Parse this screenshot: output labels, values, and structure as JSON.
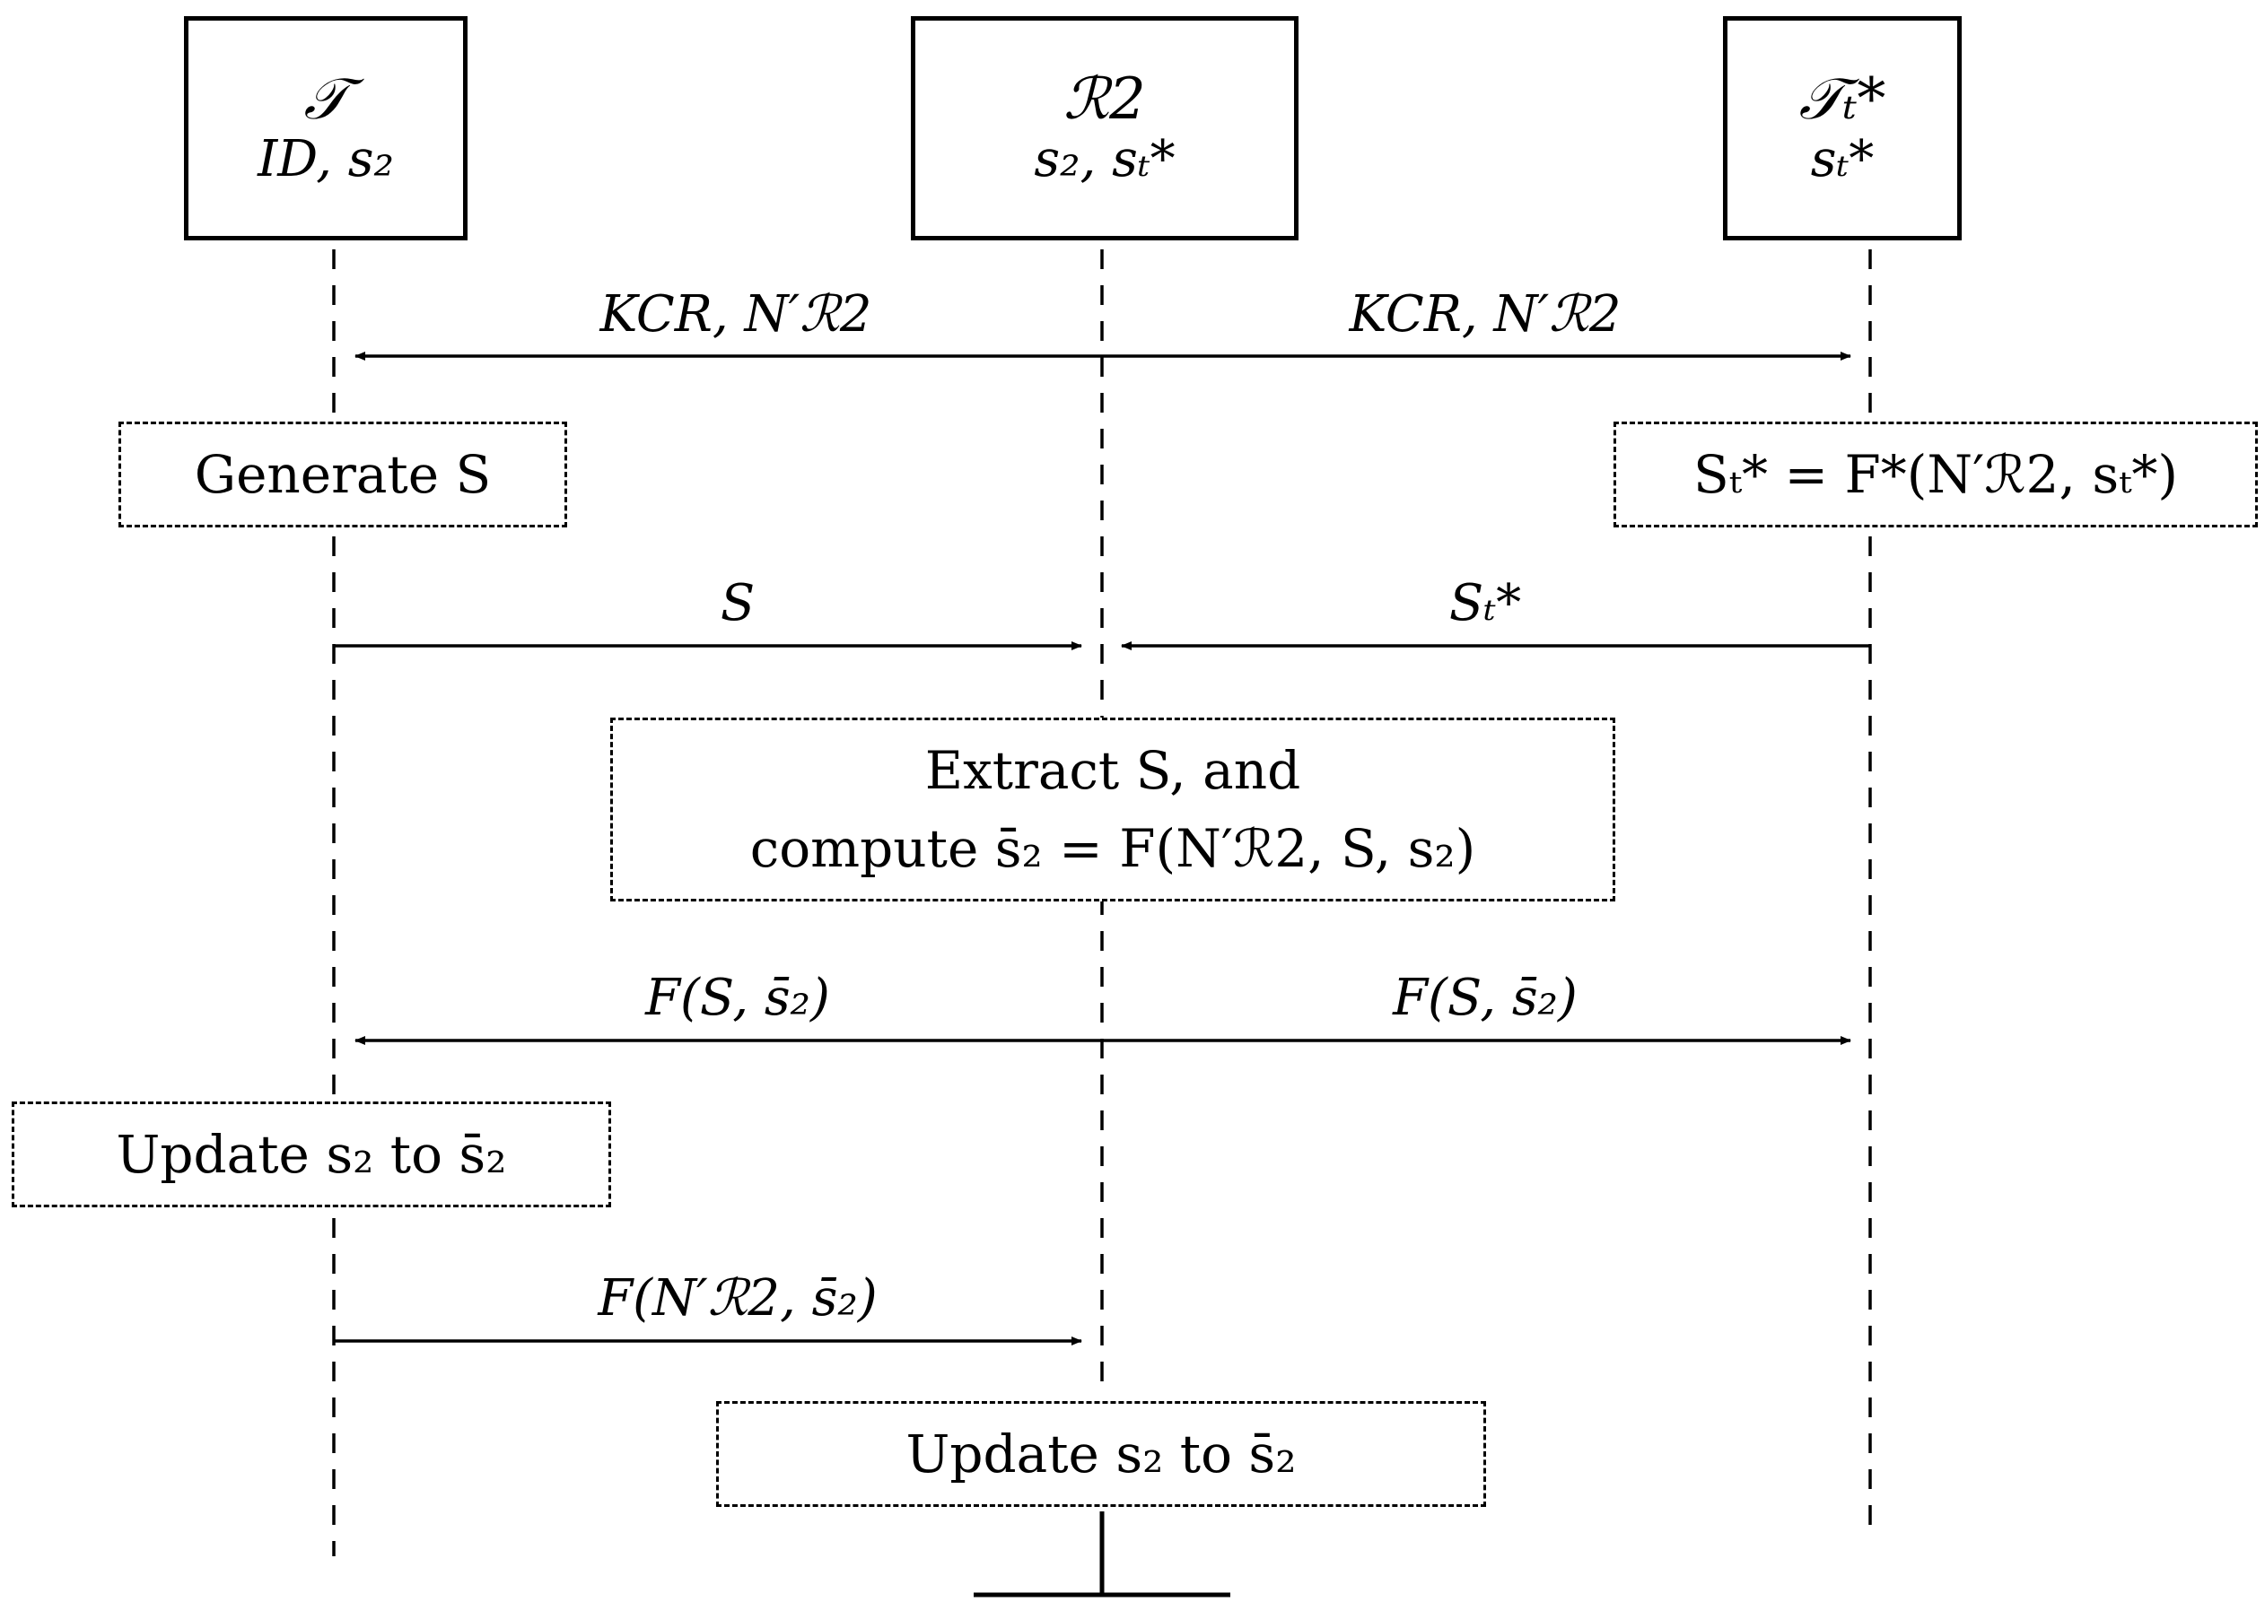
{
  "participants": [
    {
      "id": "tag",
      "name": "𝒯",
      "vars": "ID, s₂"
    },
    {
      "id": "reader",
      "name": "ℛ2",
      "vars": "s₂, sₜ*"
    },
    {
      "id": "tag-t",
      "name": "𝒯ₜ*",
      "vars": "sₜ*"
    }
  ],
  "messages": {
    "kcr_left": "KCR, N′ℛ2",
    "kcr_right": "KCR, N′ℛ2",
    "s_msg": "S",
    "st_msg": "Sₜ*",
    "f_left": "F(S, s̄₂)",
    "f_right": "F(S, s̄₂)",
    "f_n": "F(N′ℛ2, s̄₂)"
  },
  "processes": {
    "generate": "Generate S",
    "compute_st": "Sₜ* = F*(N′ℛ2, sₜ*)",
    "extract_line1": "Extract S, and",
    "extract_line2": "compute s̄₂ = F(N′ℛ2, S, s₂)",
    "update_tag": "Update s₂ to s̄₂",
    "update_reader": "Update s₂ to s̄₂"
  }
}
